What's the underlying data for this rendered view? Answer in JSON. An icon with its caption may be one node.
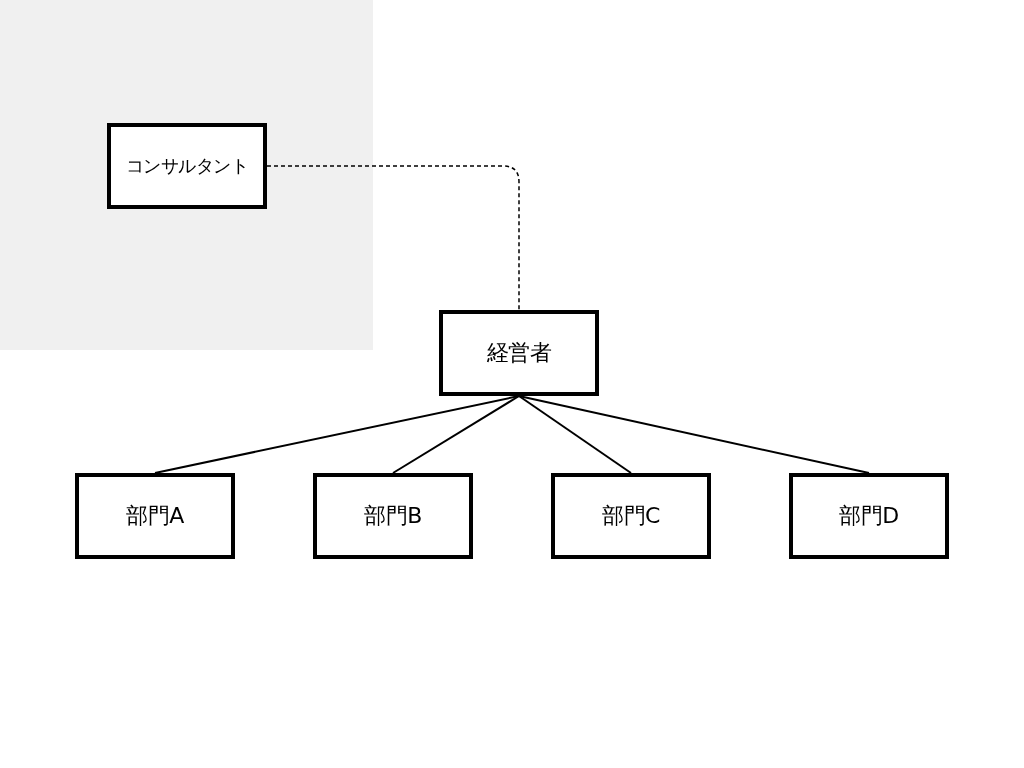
{
  "diagram": {
    "nodes": [
      {
        "text": [],
        "shape": "box"
      },
      {
        "text": [
          "コンサルタント"
        ],
        "in": 0
      },
      {
        "text": [
          "経営者"
        ]
      },
      {
        "text": [
          "部門A"
        ]
      },
      {
        "text": [
          "部門B"
        ]
      },
      {
        "text": [
          "部門C"
        ]
      },
      {
        "text": [
          "部門D"
        ]
      }
    ],
    "edges": [
      {
        "from": 1,
        "to": 2,
        "arrow": "none",
        "style": "dashed"
      },
      {
        "from": 2,
        "to": 3,
        "arrow": "none"
      },
      {
        "from": 2,
        "to": 4,
        "arrow": "none"
      },
      {
        "from": 2,
        "to": 5,
        "arrow": "none"
      },
      {
        "from": 2,
        "to": 6,
        "arrow": "none"
      }
    ]
  }
}
